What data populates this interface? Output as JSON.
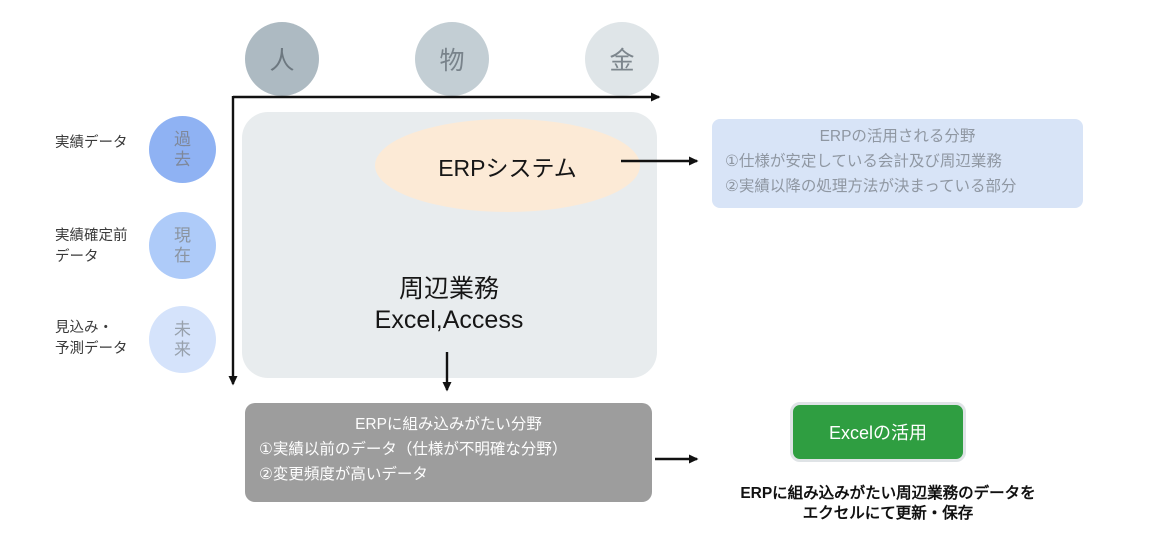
{
  "top_axis": {
    "circles": [
      {
        "id": "people",
        "label": "人",
        "fill": "#adbac2"
      },
      {
        "id": "goods",
        "label": "物",
        "fill": "#c3ced4"
      },
      {
        "id": "money",
        "label": "金",
        "fill": "#dfe5e8"
      }
    ]
  },
  "timeline": {
    "rows": [
      {
        "label_line1": "実績データ",
        "label_line2": "",
        "circle_label": "過去",
        "circle_fill": "#8fb2f3"
      },
      {
        "label_line1": "実績確定前",
        "label_line2": "データ",
        "circle_label": "現在",
        "circle_fill": "#aecbf9"
      },
      {
        "label_line1": "見込み・",
        "label_line2": "予測データ",
        "circle_label": "未来",
        "circle_fill": "#d5e3fb"
      }
    ]
  },
  "main_area": {
    "erp_ellipse_label": "ERPシステム",
    "body_line1": "周辺業務",
    "body_line2": "Excel,Access",
    "rect_fill": "#e8ecee",
    "ellipse_fill": "#fcead6"
  },
  "erp_fields_box": {
    "title": "ERPの活用される分野",
    "item1": "①仕様が安定している会計及び周辺業務",
    "item2": "②実績以降の処理方法が決まっている部分",
    "fill": "#d8e4f7"
  },
  "hard_to_embed_box": {
    "title": "ERPに組み込みがたい分野",
    "item1": "①実績以前のデータ（仕様が不明確な分野）",
    "item2": "②変更頻度が高いデータ",
    "fill": "#9d9d9d"
  },
  "excel_usage": {
    "button_label": "Excelの活用",
    "button_fill": "#2f9e41",
    "caption_line1": "ERPに組み込みがたい周辺業務のデータを",
    "caption_line2": "エクセルにて更新・保存"
  }
}
